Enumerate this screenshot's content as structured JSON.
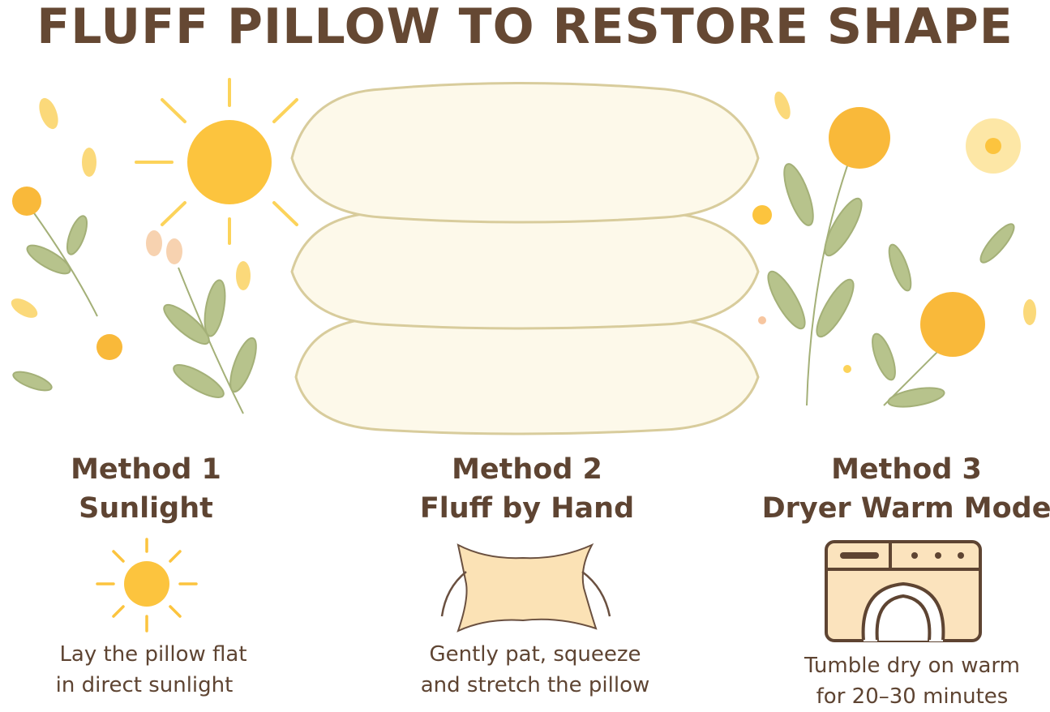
{
  "title": "FLUFF PILLOW TO RESTORE SHAPE",
  "colors": {
    "text": "#5e4432",
    "sun": "#fcc43e",
    "pillow": "#fdf9ea",
    "pillow_outline": "#d8cc9c",
    "leaf": "#b7c38c",
    "flower": "#f9b93a"
  },
  "methods": [
    {
      "number": "Method 1",
      "name": "Sunlight",
      "icon": "sun-icon",
      "description": [
        "Lay the pillow flat",
        "in direct sunlight"
      ]
    },
    {
      "number": "Method 2",
      "name": "Fluff by Hand",
      "icon": "hands-pillow-icon",
      "description": [
        "Gently pat, squeeze",
        "and stretch the pillow"
      ]
    },
    {
      "number": "Method 3",
      "name": "Dryer Warm Mode",
      "icon": "dryer-icon",
      "description": [
        "Tumble dry on warm",
        "for 20–30 minutes"
      ]
    }
  ]
}
